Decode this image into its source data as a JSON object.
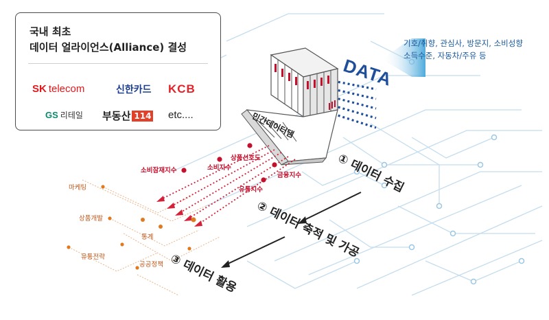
{
  "alliance": {
    "title_line1": "국내 최초",
    "title_line2": "데이터 얼라이언스(Alliance) 결성",
    "members": {
      "sk": {
        "brand": "SK",
        "suffix": "telecom"
      },
      "shinhan": "신한카드",
      "kcb": "KCB",
      "gs": {
        "brand": "GS",
        "suffix": "리테일"
      },
      "budongsan": {
        "brand": "부동산",
        "suffix": "114"
      },
      "etc": "etc...."
    }
  },
  "data_label": "DATA",
  "data_keywords": [
    "기호/취향, 관심사, 방문지, 소비성향",
    "소득수준, 자동차/주유 등"
  ],
  "dam_label": "민간데이터댐",
  "steps": [
    "① 데이터 수집",
    "② 데이터 축적 및 가공",
    "③ 데이터 활용"
  ],
  "indices": [
    "소비잠재지수",
    "상품선호도",
    "소비지수",
    "금융지수",
    "유통지수"
  ],
  "uses": [
    "마케팅",
    "상품개발",
    "통계",
    "유통전략",
    "공공정책"
  ],
  "colors": {
    "index_red": "#c4102c",
    "use_orange": "#e07a1f",
    "data_blue": "#1f4f9a",
    "circuit_blue": "#b8d6ea"
  }
}
